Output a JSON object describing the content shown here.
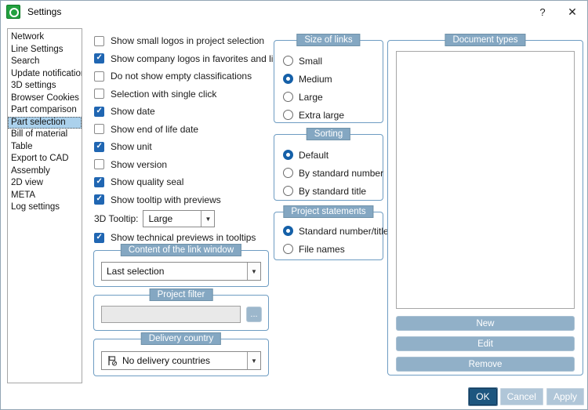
{
  "window": {
    "title": "Settings",
    "help": "?",
    "close": "✕"
  },
  "sidebar": {
    "items": [
      {
        "label": "Network",
        "selected": false
      },
      {
        "label": "Line Settings",
        "selected": false
      },
      {
        "label": "Search",
        "selected": false
      },
      {
        "label": "Update notification",
        "selected": false
      },
      {
        "label": "3D settings",
        "selected": false
      },
      {
        "label": "Browser Cookies",
        "selected": false
      },
      {
        "label": "Part comparison",
        "selected": false
      },
      {
        "label": "Part selection",
        "selected": true
      },
      {
        "label": "Bill of material",
        "selected": false
      },
      {
        "label": "Table",
        "selected": false
      },
      {
        "label": "Export to CAD",
        "selected": false
      },
      {
        "label": "Assembly",
        "selected": false
      },
      {
        "label": "2D view",
        "selected": false
      },
      {
        "label": "META",
        "selected": false
      },
      {
        "label": "Log settings",
        "selected": false
      }
    ]
  },
  "main_options": [
    {
      "type": "checkbox",
      "label": "Show small logos in project selection",
      "checked": false
    },
    {
      "type": "checkbox",
      "label": "Show company logos in favorites and links",
      "checked": true
    },
    {
      "type": "checkbox",
      "label": "Do not show empty classifications",
      "checked": false
    },
    {
      "type": "checkbox",
      "label": "Selection with single click",
      "checked": false
    },
    {
      "type": "checkbox",
      "label": "Show date",
      "checked": true
    },
    {
      "type": "checkbox",
      "label": "Show end of life date",
      "checked": false
    },
    {
      "type": "checkbox",
      "label": "Show unit",
      "checked": true
    },
    {
      "type": "checkbox",
      "label": "Show version",
      "checked": false
    },
    {
      "type": "checkbox",
      "label": "Show quality seal",
      "checked": true
    },
    {
      "type": "checkbox",
      "label": "Show tooltip with previews",
      "checked": true
    },
    {
      "type": "dropdown",
      "label": "3D Tooltip:",
      "value": "Large"
    },
    {
      "type": "checkbox",
      "label": "Show technical previews in tooltips",
      "checked": true
    }
  ],
  "groups": {
    "link_window": {
      "title": "Content of the link window",
      "value": "Last selection"
    },
    "project_filter": {
      "title": "Project filter",
      "value": "",
      "browse": "..."
    },
    "delivery_country": {
      "title": "Delivery country",
      "value": "No delivery countries"
    },
    "size_of_links": {
      "title": "Size of links",
      "options": [
        {
          "label": "Small",
          "selected": false
        },
        {
          "label": "Medium",
          "selected": true
        },
        {
          "label": "Large",
          "selected": false
        },
        {
          "label": "Extra large",
          "selected": false
        }
      ]
    },
    "sorting": {
      "title": "Sorting",
      "options": [
        {
          "label": "Default",
          "selected": true
        },
        {
          "label": "By standard number",
          "selected": false
        },
        {
          "label": "By standard title",
          "selected": false
        }
      ]
    },
    "project_statements": {
      "title": "Project statements",
      "options": [
        {
          "label": "Standard number/title",
          "selected": true
        },
        {
          "label": "File names",
          "selected": false
        }
      ]
    },
    "document_types": {
      "title": "Document types",
      "items": [],
      "buttons": [
        {
          "label": "New"
        },
        {
          "label": "Edit"
        },
        {
          "label": "Remove"
        }
      ]
    }
  },
  "footer": {
    "buttons": [
      {
        "label": "OK",
        "primary": true
      },
      {
        "label": "Cancel",
        "primary": false
      },
      {
        "label": "Apply",
        "primary": false
      }
    ]
  },
  "colors": {
    "accent": "#2066b2",
    "radio_accent": "#1560a8",
    "group_header_bg": "#84a7c2",
    "group_border": "#6e9cc2",
    "doc_button_bg": "#91b0c8",
    "footer_button_bg": "#b0c6d8",
    "ok_button_bg": "#1d567f",
    "sidebar_selected_bg": "#abd1ec",
    "app_icon_green": "#23a13f"
  }
}
